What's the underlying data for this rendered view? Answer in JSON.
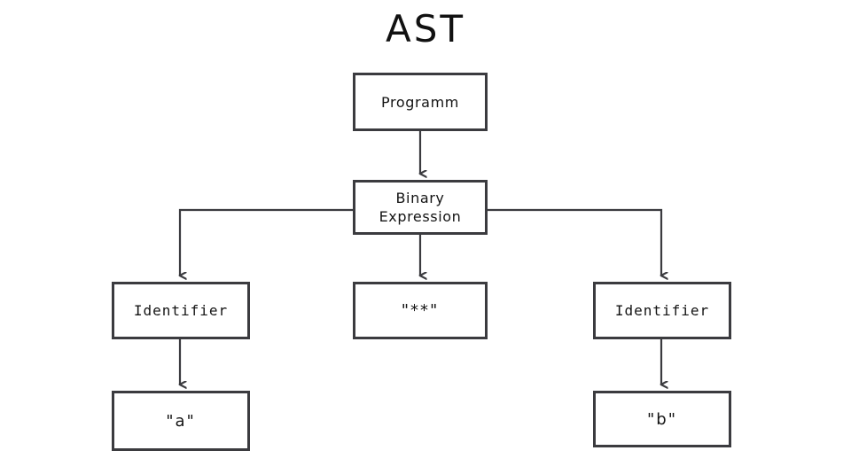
{
  "diagram": {
    "title": "AST",
    "background_color": "#ffffff",
    "node_border_color": "#3b3b3f",
    "node_fill_color": "#ffffff",
    "connector_color": "#3b3b3f",
    "text_color": "#141414",
    "nodes": [
      {
        "id": "program",
        "label": "Programm",
        "row": 1,
        "column": "center"
      },
      {
        "id": "binary",
        "label": "Binary\nExpression",
        "row": 2,
        "column": "center"
      },
      {
        "id": "identifier-left",
        "label": "Identifier",
        "row": 3,
        "column": "left"
      },
      {
        "id": "operator",
        "label": "\"**\"",
        "row": 3,
        "column": "center"
      },
      {
        "id": "identifier-right",
        "label": "Identifier",
        "row": 3,
        "column": "right"
      },
      {
        "id": "literal-a",
        "label": "\"a\"",
        "row": 4,
        "column": "left"
      },
      {
        "id": "literal-b",
        "label": "\"b\"",
        "row": 4,
        "column": "right"
      }
    ],
    "edges": [
      {
        "from": "program",
        "to": "binary",
        "style": "straight-down"
      },
      {
        "from": "binary",
        "to": "identifier-left",
        "style": "elbow-left"
      },
      {
        "from": "binary",
        "to": "operator",
        "style": "straight-down"
      },
      {
        "from": "binary",
        "to": "identifier-right",
        "style": "elbow-right"
      },
      {
        "from": "identifier-left",
        "to": "literal-a",
        "style": "straight-down"
      },
      {
        "from": "identifier-right",
        "to": "literal-b",
        "style": "straight-down"
      }
    ]
  }
}
